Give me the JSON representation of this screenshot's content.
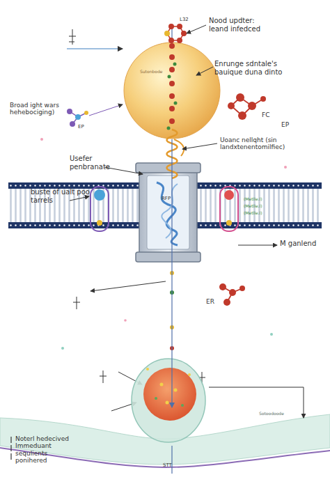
{
  "diagram": {
    "nodes": [
      {
        "text": [
          "Sutonbode"
        ]
      },
      {
        "text": [
          "Sotoodoode"
        ]
      }
    ],
    "edges": [
      {
        "from": 0,
        "to": 1,
        "arrow": "to"
      }
    ],
    "labels": [
      "L32",
      "Nood updter: leand infedced",
      "Enrunge sdntale's bauique duna dinto",
      "FC",
      "EP",
      "Uoanc nellqht (sin landxtenentomilfiec)",
      "Broad ight wars hehebociging)",
      "EP",
      "Usefer penbranate",
      "buste of ualt poo tarrels",
      "RFP",
      "(Metlle.l)",
      "(Metlle.l)",
      "(Metlle.l)",
      "M ganlend",
      "ER",
      "Noterl hedecived Immeduant sequlients ponihered",
      "STT"
    ]
  }
}
